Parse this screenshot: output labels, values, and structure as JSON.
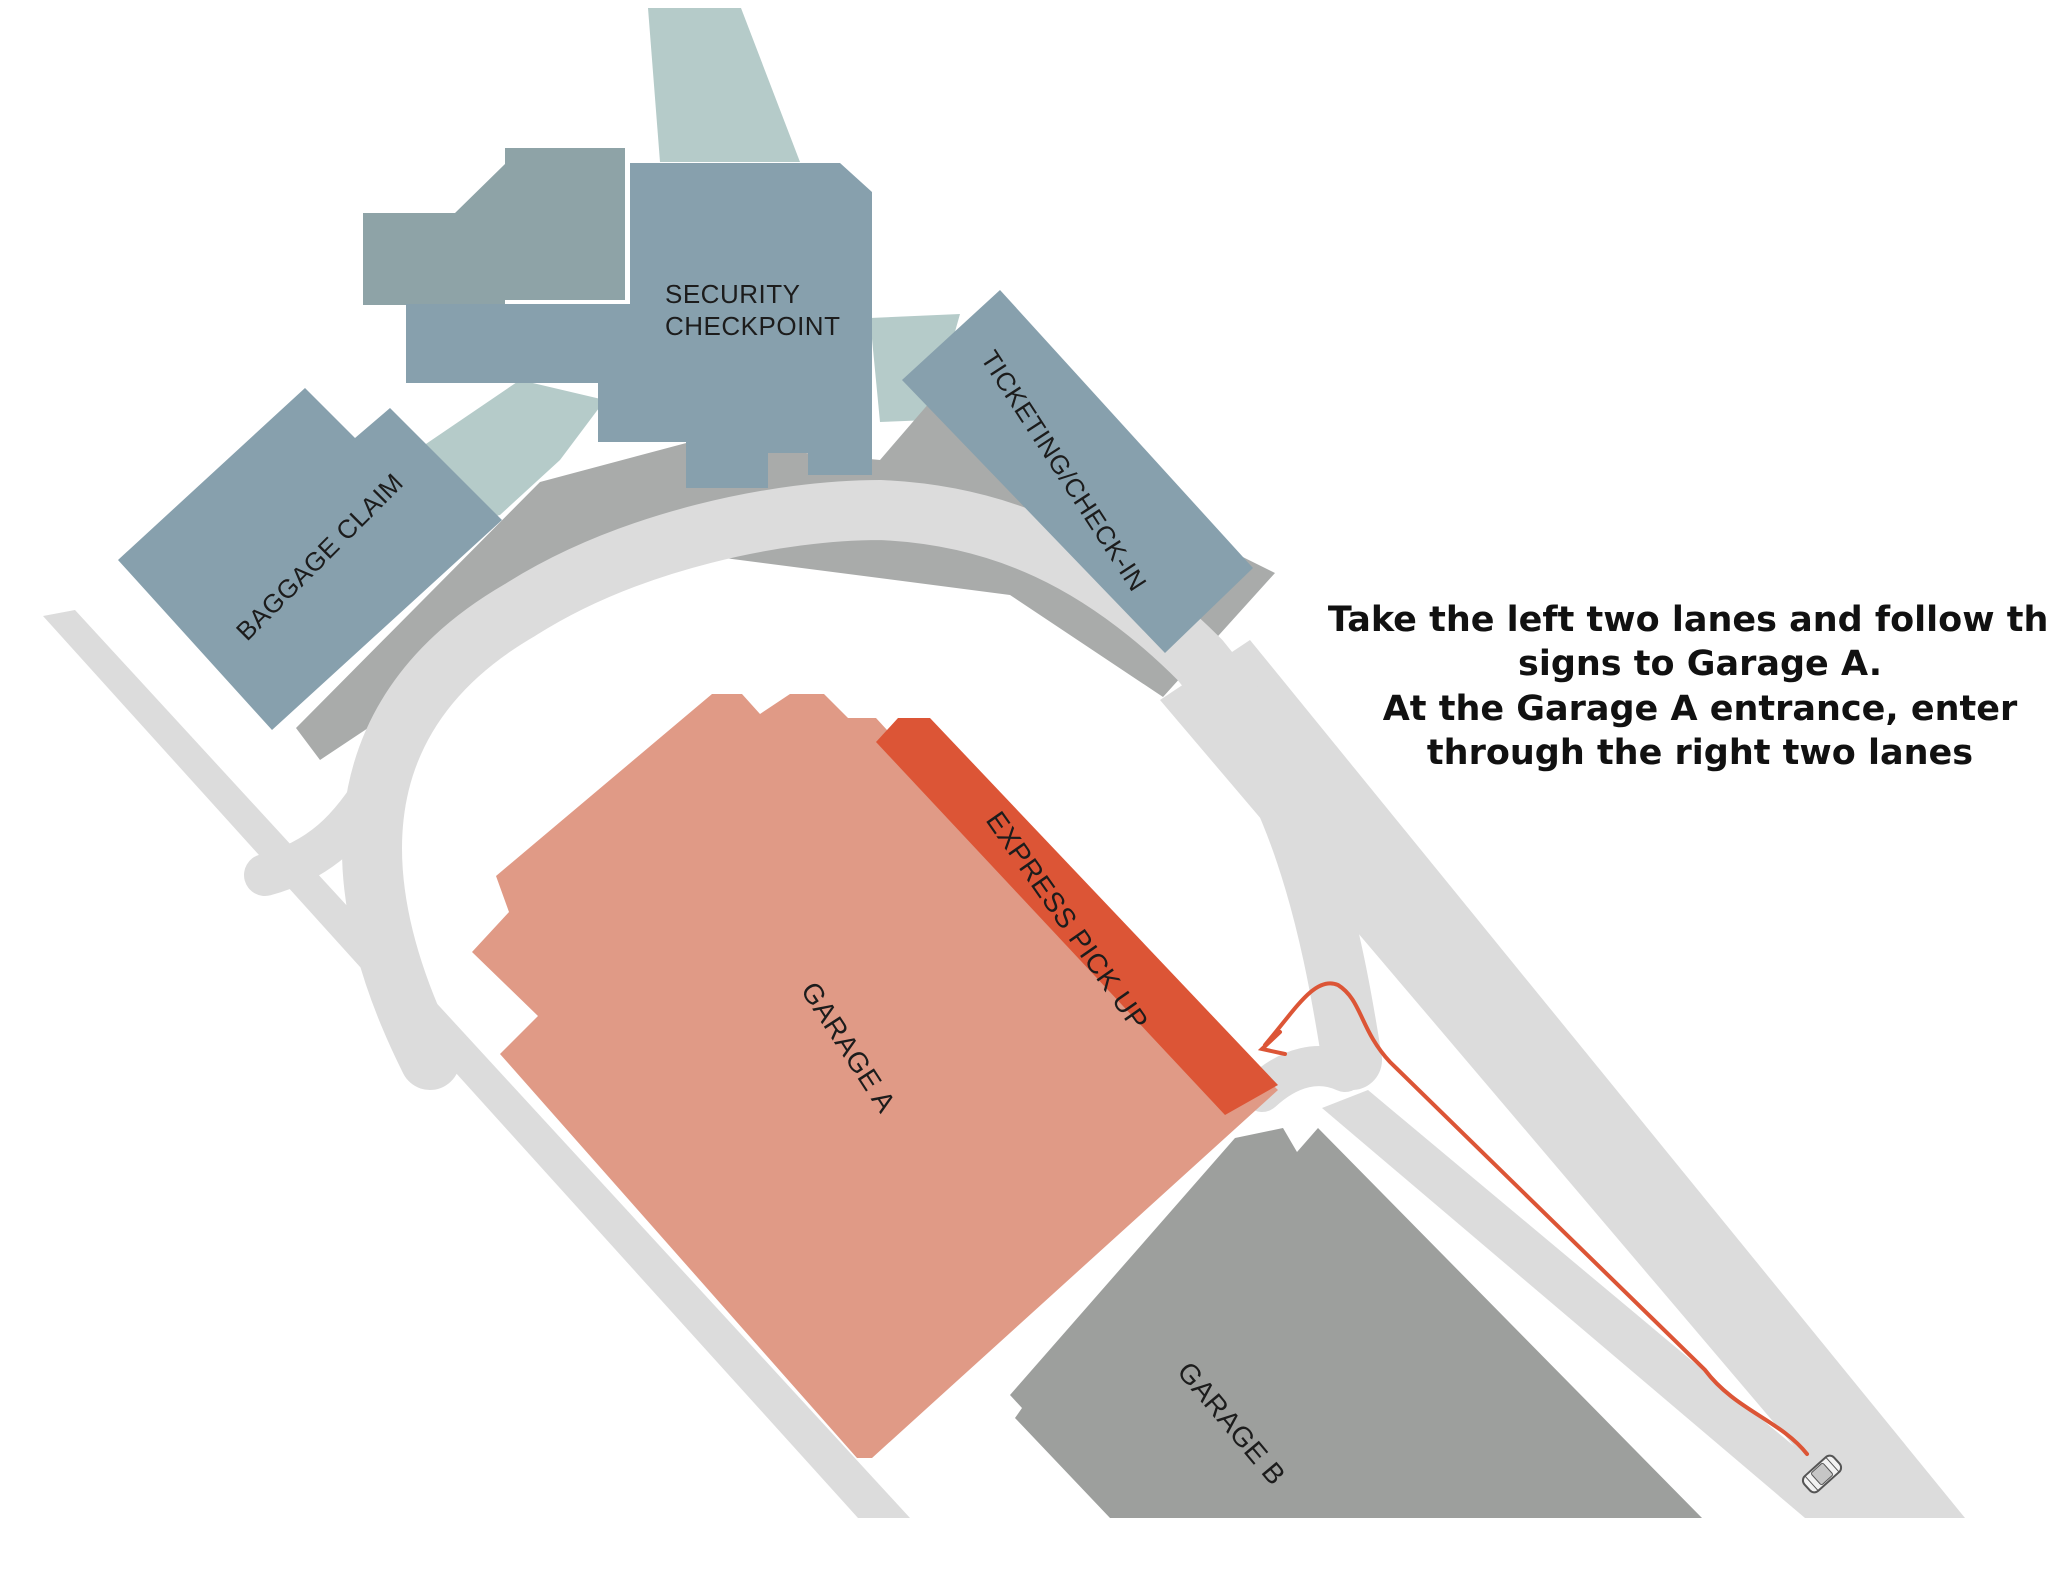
{
  "map": {
    "labels": {
      "security": [
        "SECURITY",
        "CHECKPOINT"
      ],
      "baggage": "BAGGAGE CLAIM",
      "ticketing": "TICKETING/CHECK-IN",
      "express": "EXPRESS PICK UP",
      "garage_a": "GARAGE A",
      "garage_b": "GARAGE B"
    },
    "instructions": [
      "Take the left two lanes and follow the",
      "signs to Garage A.",
      "At the Garage A entrance, enter",
      "through the right two lanes"
    ],
    "icons": {
      "car": "car-icon",
      "route": "route-arrow-icon"
    },
    "colors": {
      "terminal": "#87a0ad",
      "terminal_dark": "#8ea3a7",
      "plaza": "#b5cbc9",
      "curb": "#a9abaa",
      "road": "#dcdcdc",
      "garage_a": "#e09a86",
      "express": "#dc5536",
      "garage_b": "#9d9f9d",
      "route": "#dc5536"
    }
  }
}
